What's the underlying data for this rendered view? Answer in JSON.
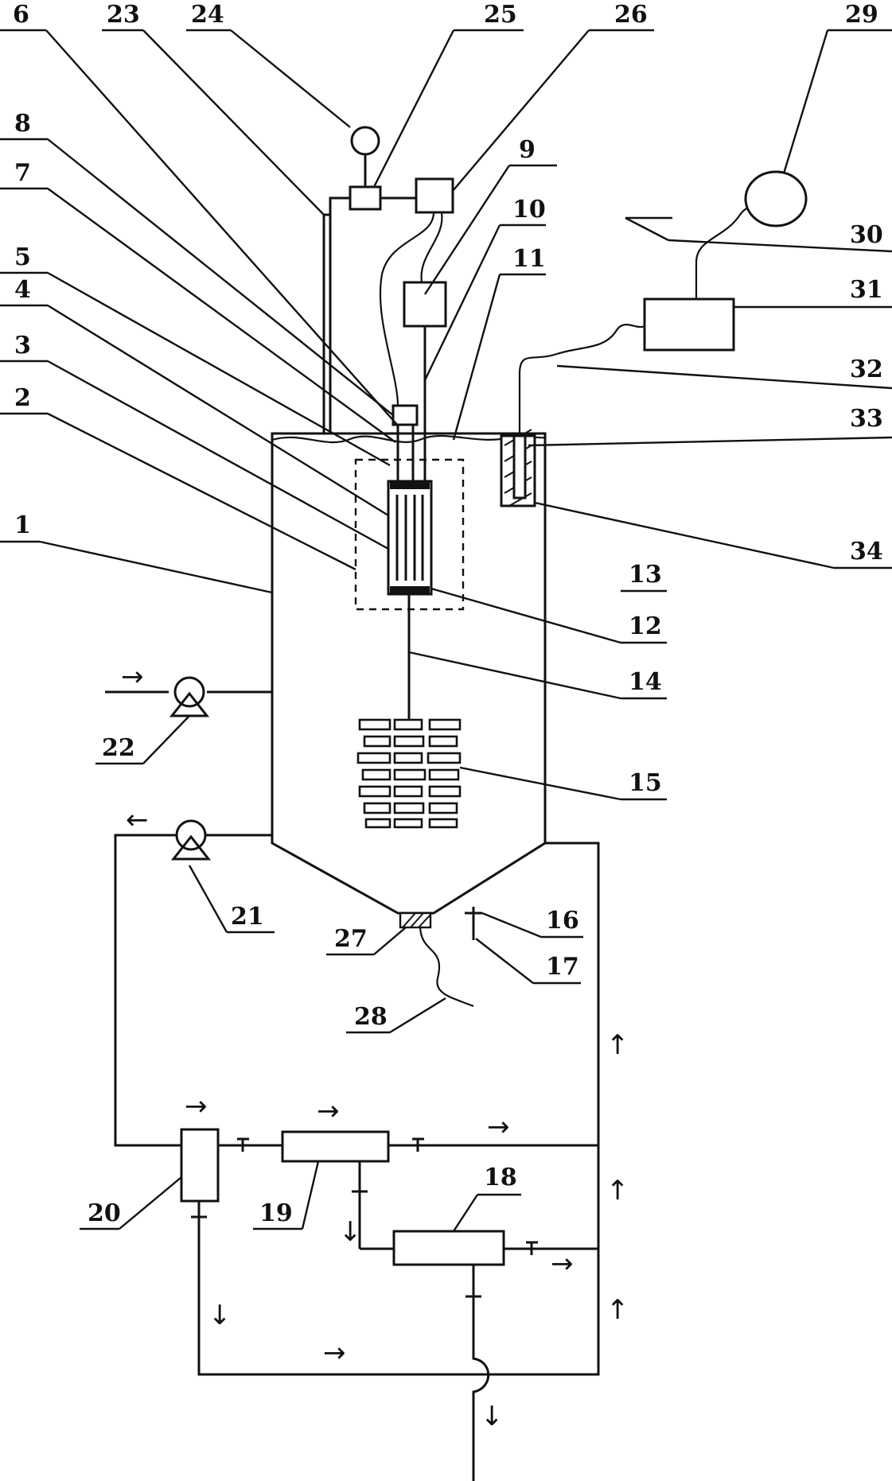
{
  "labels": {
    "n1": "1",
    "n2": "2",
    "n3": "3",
    "n4": "4",
    "n5": "5",
    "n6": "6",
    "n7": "7",
    "n8": "8",
    "n9": "9",
    "n10": "10",
    "n11": "11",
    "n12": "12",
    "n13": "13",
    "n14": "14",
    "n15": "15",
    "n16": "16",
    "n17": "17",
    "n18": "18",
    "n19": "19",
    "n20": "20",
    "n21": "21",
    "n22": "22",
    "n23": "23",
    "n24": "24",
    "n25": "25",
    "n26": "26",
    "n27": "27",
    "n28": "28",
    "n29": "29",
    "n30": "30",
    "n31": "31",
    "n32": "32",
    "n33": "33",
    "n34": "34"
  },
  "arrows": {
    "right": "→",
    "left": "←",
    "up": "↑",
    "down": "↓"
  }
}
